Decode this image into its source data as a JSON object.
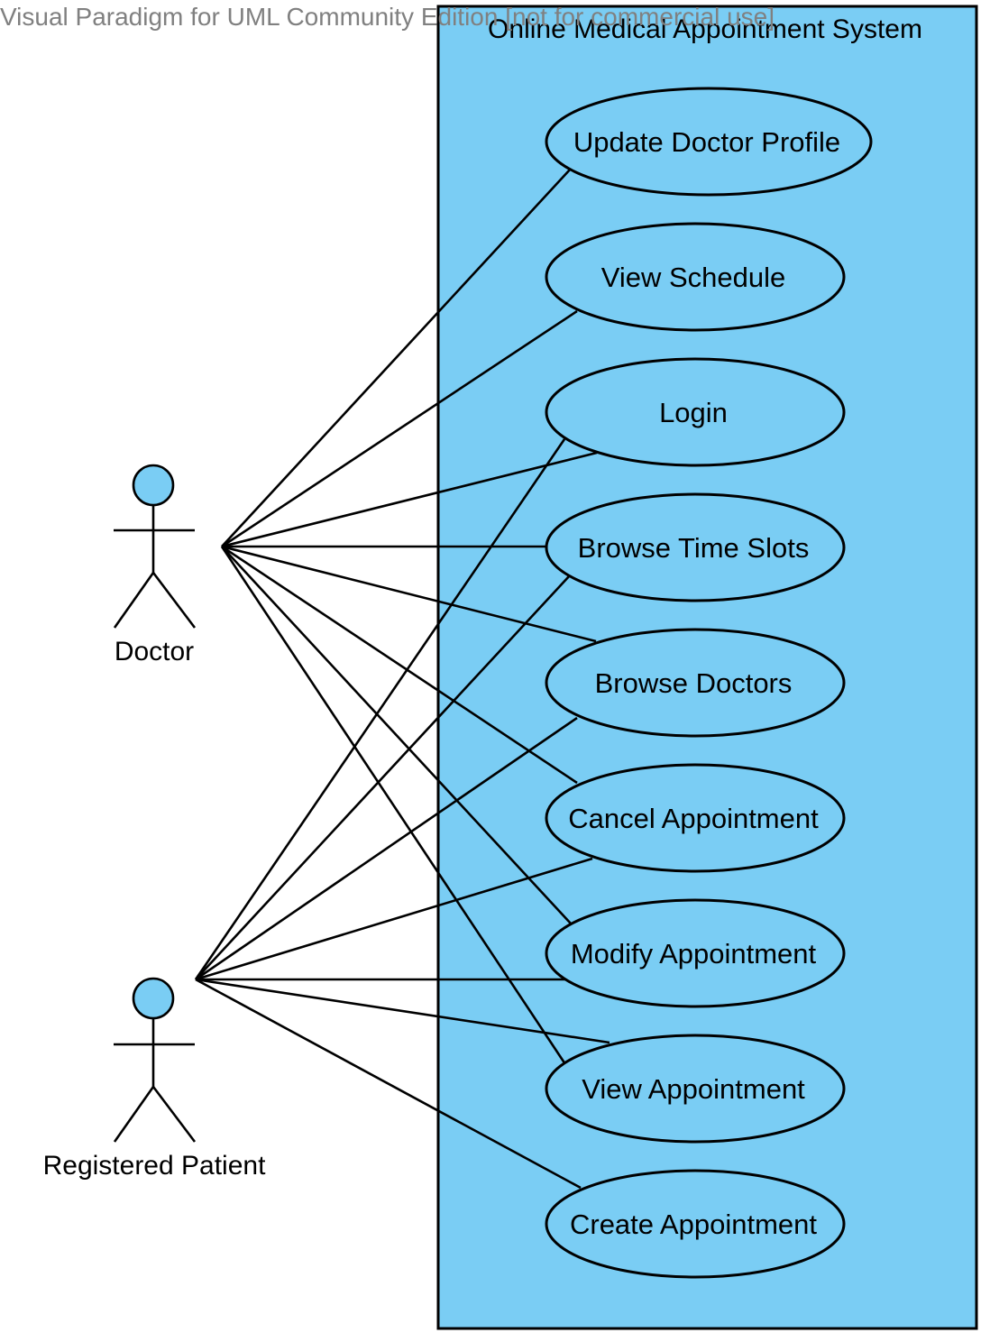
{
  "watermark": "Visual Paradigm for UML Community Edition [not for commercial use]",
  "system": {
    "name": "Online Medical Appointment System",
    "fill_color": "#7acdf4"
  },
  "actors": [
    {
      "id": "doctor",
      "name": "Doctor"
    },
    {
      "id": "patient",
      "name": "Registered Patient"
    }
  ],
  "use_cases": [
    {
      "id": "update-doctor-profile",
      "label": "Update Doctor Profile"
    },
    {
      "id": "view-schedule",
      "label": "View Schedule"
    },
    {
      "id": "login",
      "label": "Login"
    },
    {
      "id": "browse-time-slots",
      "label": "Browse Time Slots"
    },
    {
      "id": "browse-doctors",
      "label": "Browse Doctors"
    },
    {
      "id": "cancel-appointment",
      "label": "Cancel Appointment"
    },
    {
      "id": "modify-appointment",
      "label": "Modify Appointment"
    },
    {
      "id": "view-appointment",
      "label": "View Appointment"
    },
    {
      "id": "create-appointment",
      "label": "Create Appointment"
    }
  ],
  "associations": [
    {
      "actor": "doctor",
      "use_case": "update-doctor-profile"
    },
    {
      "actor": "doctor",
      "use_case": "view-schedule"
    },
    {
      "actor": "doctor",
      "use_case": "login"
    },
    {
      "actor": "doctor",
      "use_case": "browse-time-slots"
    },
    {
      "actor": "doctor",
      "use_case": "browse-doctors"
    },
    {
      "actor": "doctor",
      "use_case": "cancel-appointment"
    },
    {
      "actor": "doctor",
      "use_case": "modify-appointment"
    },
    {
      "actor": "doctor",
      "use_case": "view-appointment"
    },
    {
      "actor": "patient",
      "use_case": "login"
    },
    {
      "actor": "patient",
      "use_case": "browse-time-slots"
    },
    {
      "actor": "patient",
      "use_case": "browse-doctors"
    },
    {
      "actor": "patient",
      "use_case": "cancel-appointment"
    },
    {
      "actor": "patient",
      "use_case": "modify-appointment"
    },
    {
      "actor": "patient",
      "use_case": "view-appointment"
    },
    {
      "actor": "patient",
      "use_case": "create-appointment"
    }
  ]
}
